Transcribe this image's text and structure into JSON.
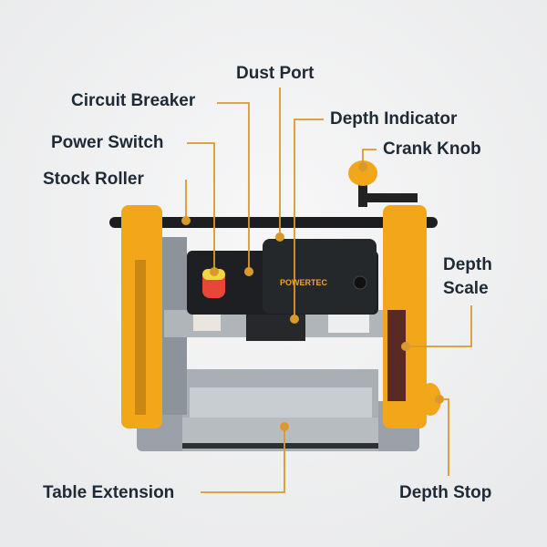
{
  "brand": "POWERTEC",
  "accent_color": "#d99a2b",
  "labels": {
    "dust_port": "Dust Port",
    "circuit_breaker": "Circuit Breaker",
    "depth_indicator": "Depth Indicator",
    "power_switch": "Power Switch",
    "crank_knob": "Crank Knob",
    "stock_roller": "Stock Roller",
    "depth_scale_line1": "Depth",
    "depth_scale_line2": "Scale",
    "table_extension": "Table Extension",
    "depth_stop": "Depth Stop"
  }
}
